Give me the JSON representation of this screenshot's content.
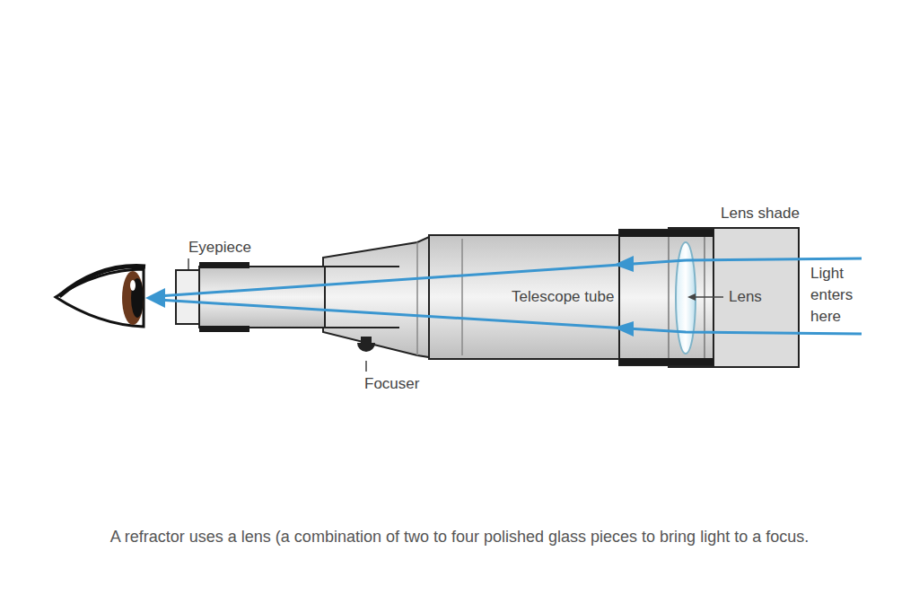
{
  "diagram": {
    "caption": "A refractor uses a lens (a combination of two to four polished glass pieces to bring light to a focus.",
    "labels": [
      "Lens shade",
      "Eyepiece",
      "Light enters here",
      "Telescope tube",
      "Lens",
      "Focuser"
    ]
  }
}
